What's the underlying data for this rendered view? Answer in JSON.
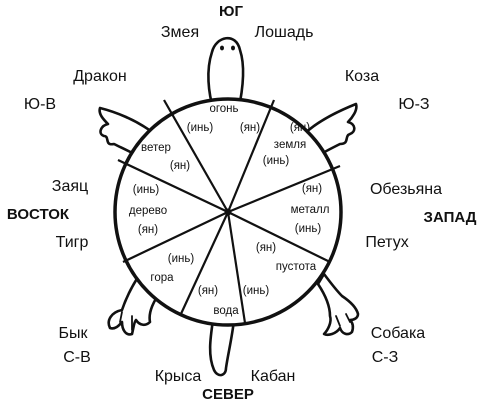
{
  "directions": {
    "south": "ЮГ",
    "north": "СЕВЕР",
    "east": "ВОСТОК",
    "west": "ЗАПАД",
    "southeast": "Ю-В",
    "southwest": "Ю-З",
    "northeast": "С-В",
    "northwest": "С-З"
  },
  "animals": {
    "snake": "Змея",
    "horse": "Лошадь",
    "dragon": "Дракон",
    "goat": "Коза",
    "hare": "Заяц",
    "tiger": "Тигр",
    "monkey": "Обезьяна",
    "rooster": "Петух",
    "ox": "Бык",
    "dog": "Собака",
    "rat": "Крыса",
    "boar": "Кабан"
  },
  "sectors": {
    "fire": {
      "name": "огонь",
      "yin": "(инь)",
      "yang": "(ян)"
    },
    "earth": {
      "name": "земля",
      "yang": "(ян)",
      "yin": "(инь)"
    },
    "metal": {
      "yang": "(ян)",
      "name": "металл",
      "yin": "(инь)"
    },
    "void": {
      "yang": "(ян)",
      "name": "пустота"
    },
    "water": {
      "yang": "(ян)",
      "yin": "(инь)",
      "name": "вода"
    },
    "mountain": {
      "yin": "(инь)",
      "name": "гора"
    },
    "wood": {
      "yin": "(инь)",
      "name": "дерево",
      "yang": "(ян)"
    },
    "wind": {
      "name": "ветер",
      "yang": "(ян)"
    }
  }
}
